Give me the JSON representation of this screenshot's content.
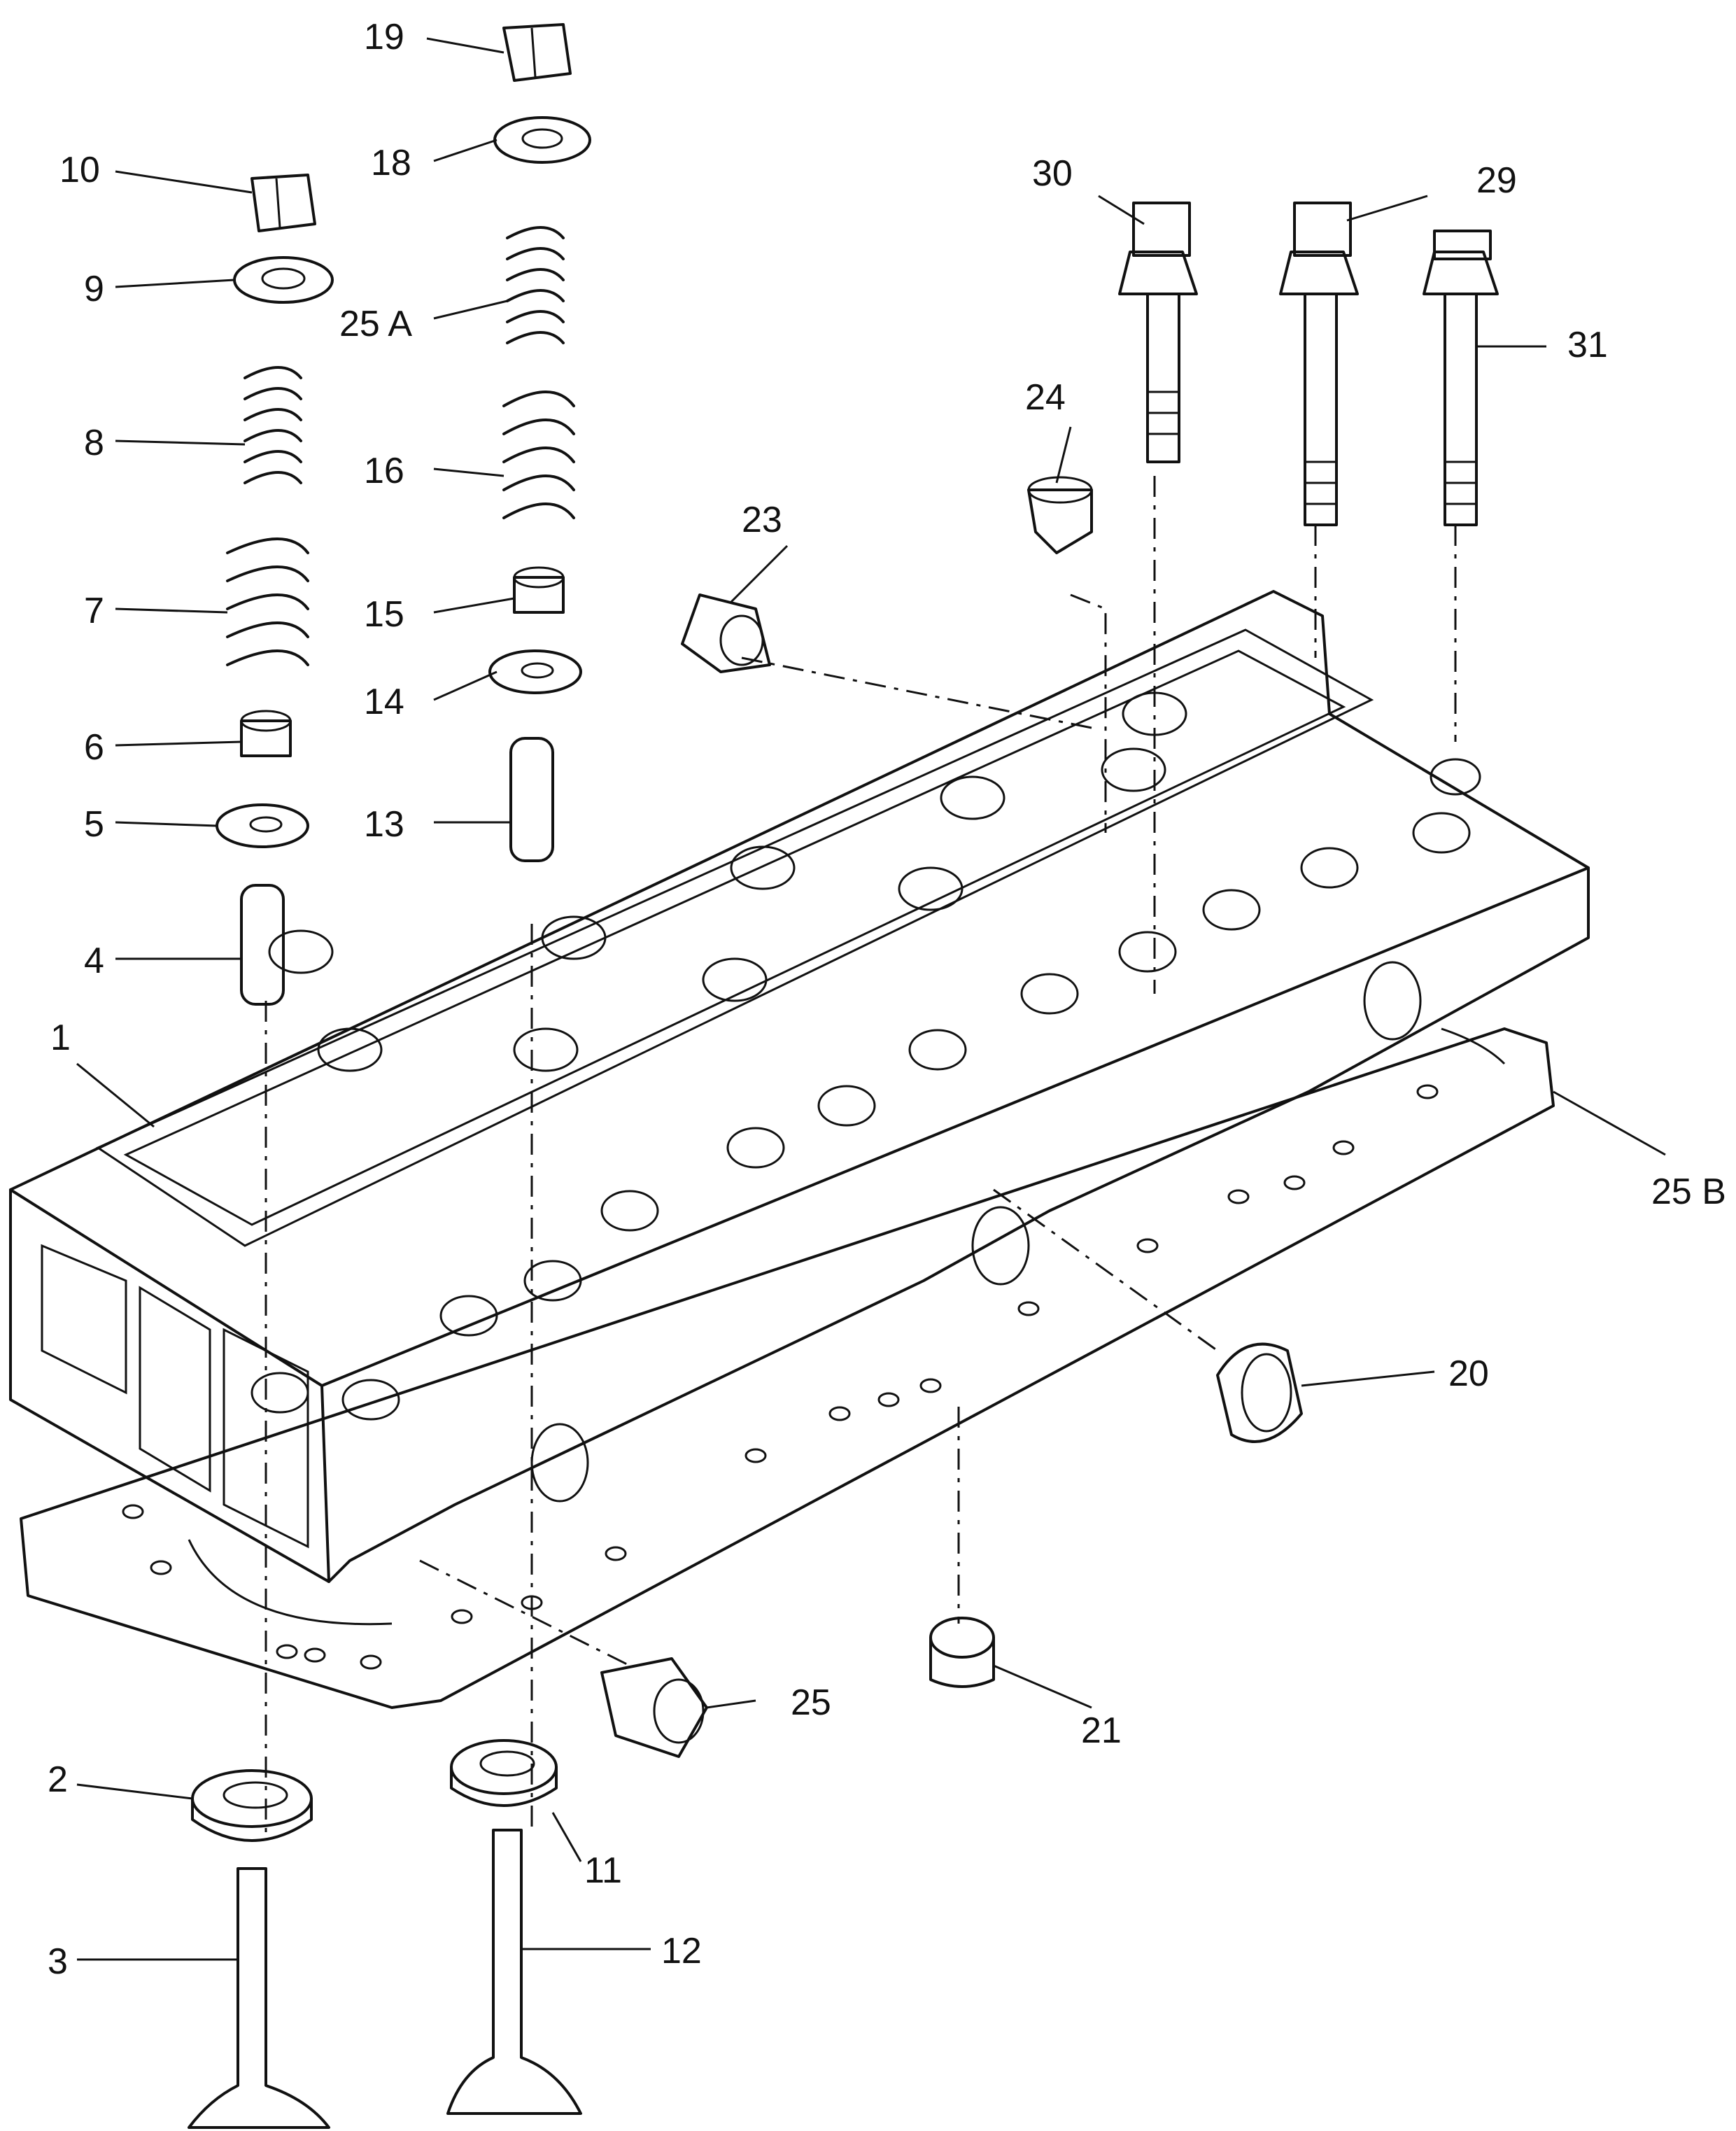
{
  "callouts": {
    "c1": "1",
    "c2": "2",
    "c3": "3",
    "c4": "4",
    "c5": "5",
    "c6": "6",
    "c7": "7",
    "c8": "8",
    "c9": "9",
    "c10": "10",
    "c11": "11",
    "c12": "12",
    "c13": "13",
    "c14": "14",
    "c15": "15",
    "c16": "16",
    "c18": "18",
    "c19": "19",
    "c20": "20",
    "c21": "21",
    "c23": "23",
    "c24": "24",
    "c25": "25",
    "c25a": "25 A",
    "c25b": "25 B",
    "c29": "29",
    "c30": "30",
    "c31": "31"
  }
}
